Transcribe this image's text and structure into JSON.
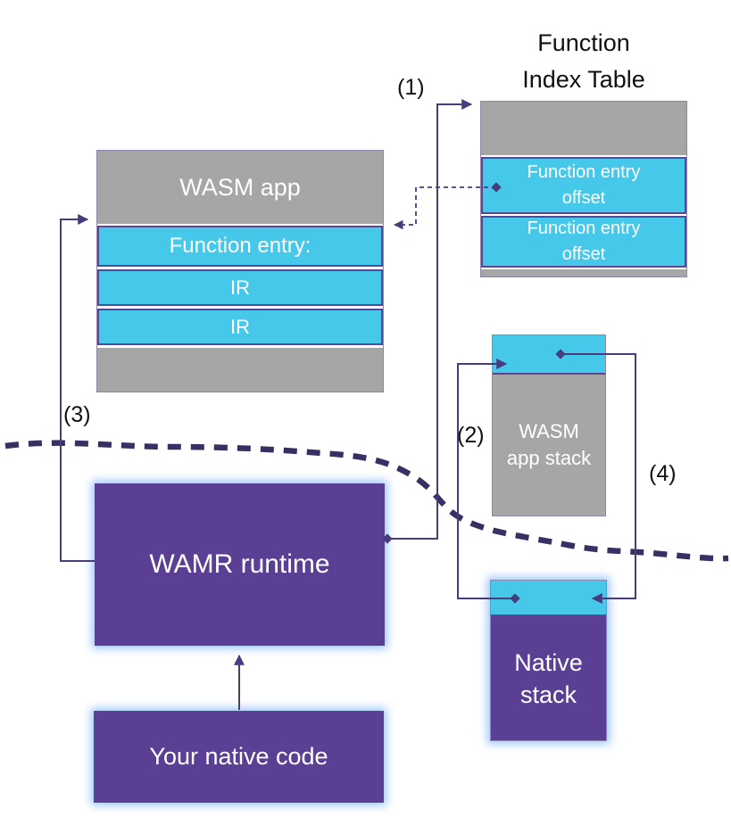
{
  "colors": {
    "gray": "#a6a6a6",
    "cyan": "#45c8ea",
    "purple": "#5b3f94",
    "connector": "#473c7c",
    "divider": "#3a2f62",
    "box_border": "#8f86ad",
    "cyan_border": "#5d4596"
  },
  "labels": {
    "s1": "(1)",
    "s2": "(2)",
    "s3": "(3)",
    "s4": "(4)"
  },
  "function_index_table": {
    "title_lines": [
      "Function",
      "Index Table"
    ],
    "rows": [
      [
        "Function entry",
        "offset"
      ],
      [
        "Function entry",
        "offset"
      ]
    ]
  },
  "wasm_app": {
    "header": "WASM app",
    "rows": [
      "Function entry:",
      "IR",
      "IR"
    ]
  },
  "wasm_app_stack": {
    "lines": [
      "WASM",
      "app stack"
    ]
  },
  "native_stack": {
    "lines": [
      "Native",
      "stack"
    ]
  },
  "wamr_runtime": {
    "label": "WAMR runtime"
  },
  "your_native_code": {
    "label": "Your native code"
  }
}
